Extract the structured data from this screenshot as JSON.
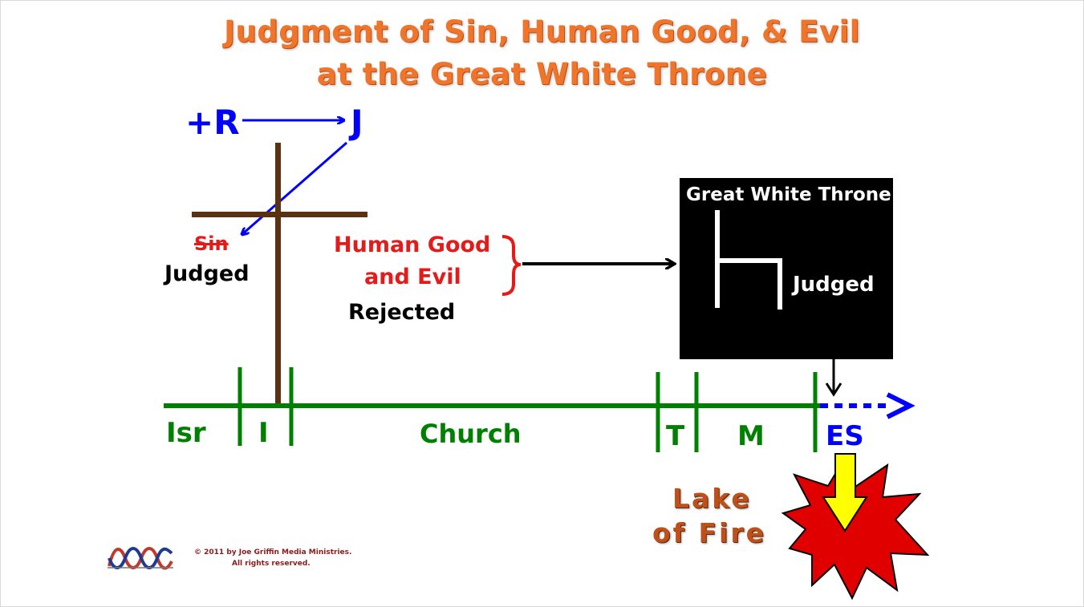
{
  "title": {
    "line1": "Judgment of Sin, Human Good, & Evil",
    "line2": "at the Great White Throne"
  },
  "top": {
    "plus_r": "+R",
    "j": "J"
  },
  "cross": {
    "sin": "Sin",
    "judged": "Judged"
  },
  "human_good": {
    "line1": "Human Good",
    "line2": "and Evil",
    "rejected": "Rejected"
  },
  "throne": {
    "title": "Great White Throne",
    "judged": "Judged"
  },
  "timeline": {
    "segments": [
      "Isr",
      "I",
      "Church",
      "T",
      "M",
      "ES"
    ]
  },
  "lake": {
    "line1": "Lake",
    "line2": "of Fire"
  },
  "footer": {
    "copyright": "© 2011 by Joe Griffin Media Ministries.",
    "rights": "All rights reserved."
  },
  "colors": {
    "title": "#f0752b",
    "blue": "#0000ff",
    "red": "#e31b1b",
    "green": "#008000",
    "brown": "#5a3212",
    "black": "#000000",
    "lake": "#c0501a",
    "flame": "#e00000",
    "arrow_yellow": "#ffff00"
  }
}
